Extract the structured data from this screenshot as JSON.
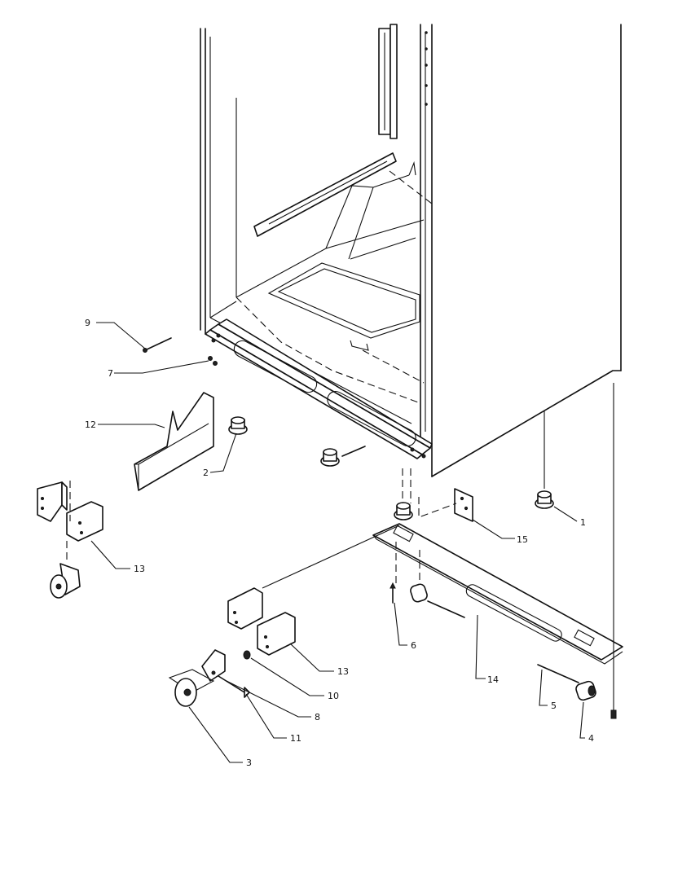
{
  "callouts": [
    {
      "id": "c1",
      "text": "1"
    },
    {
      "id": "c2",
      "text": "2"
    },
    {
      "id": "c3",
      "text": "3"
    },
    {
      "id": "c4",
      "text": "4"
    },
    {
      "id": "c5",
      "text": "5"
    },
    {
      "id": "c6",
      "text": "6"
    },
    {
      "id": "c7",
      "text": "7"
    },
    {
      "id": "c8",
      "text": "8"
    },
    {
      "id": "c9",
      "text": "9"
    },
    {
      "id": "c10",
      "text": "10"
    },
    {
      "id": "c11",
      "text": "11"
    },
    {
      "id": "c12",
      "text": "12"
    },
    {
      "id": "c13a",
      "text": "13"
    },
    {
      "id": "c13b",
      "text": "13"
    },
    {
      "id": "c14",
      "text": "14"
    },
    {
      "id": "c15",
      "text": "15"
    }
  ]
}
